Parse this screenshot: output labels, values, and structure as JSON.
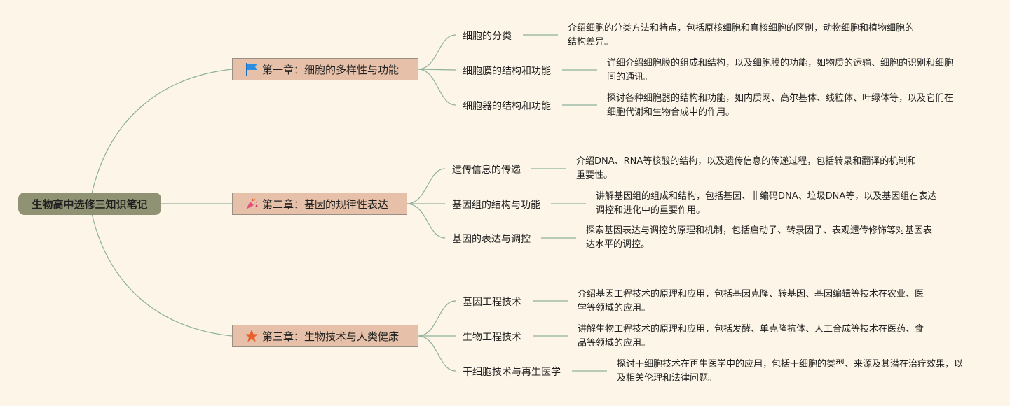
{
  "root": "生物高中选修三知识笔记",
  "chapters": [
    {
      "title": "第一章：细胞的多样性与功能",
      "icon": "flag-icon",
      "topics": [
        {
          "label": "细胞的分类",
          "desc": "介绍细胞的分类方法和特点，包括原核细胞和真核细胞的区别，动物细胞和植物细胞的结构差异。"
        },
        {
          "label": "细胞膜的结构和功能",
          "desc": "详细介绍细胞膜的组成和结构，以及细胞膜的功能，如物质的运输、细胞的识别和细胞间的通讯。"
        },
        {
          "label": "细胞器的结构和功能",
          "desc": "探讨各种细胞器的结构和功能，如内质网、高尔基体、线粒体、叶绿体等，以及它们在细胞代谢和生物合成中的作用。"
        }
      ]
    },
    {
      "title": "第二章：基因的规律性表达",
      "icon": "party-popper-icon",
      "topics": [
        {
          "label": "遗传信息的传递",
          "desc": "介绍DNA、RNA等核酸的结构，以及遗传信息的传递过程，包括转录和翻译的机制和重要性。"
        },
        {
          "label": "基因组的结构与功能",
          "desc": "讲解基因组的组成和结构，包括基因、非编码DNA、垃圾DNA等，以及基因组在表达调控和进化中的重要作用。"
        },
        {
          "label": "基因的表达与调控",
          "desc": "探索基因表达与调控的原理和机制，包括启动子、转录因子、表观遗传修饰等对基因表达水平的调控。"
        }
      ]
    },
    {
      "title": "第三章：生物技术与人类健康",
      "icon": "star-icon",
      "topics": [
        {
          "label": "基因工程技术",
          "desc": "介绍基因工程技术的原理和应用，包括基因克隆、转基因、基因编辑等技术在农业、医学等领域的应用。"
        },
        {
          "label": "生物工程技术",
          "desc": "讲解生物工程技术的原理和应用，包括发酵、单克隆抗体、人工合成等技术在医药、食品等领域的应用。"
        },
        {
          "label": "干细胞技术与再生医学",
          "desc": "探讨干细胞技术在再生医学中的应用，包括干细胞的类型、来源及其潜在治疗效果，以及相关伦理和法律问题。"
        }
      ]
    }
  ]
}
